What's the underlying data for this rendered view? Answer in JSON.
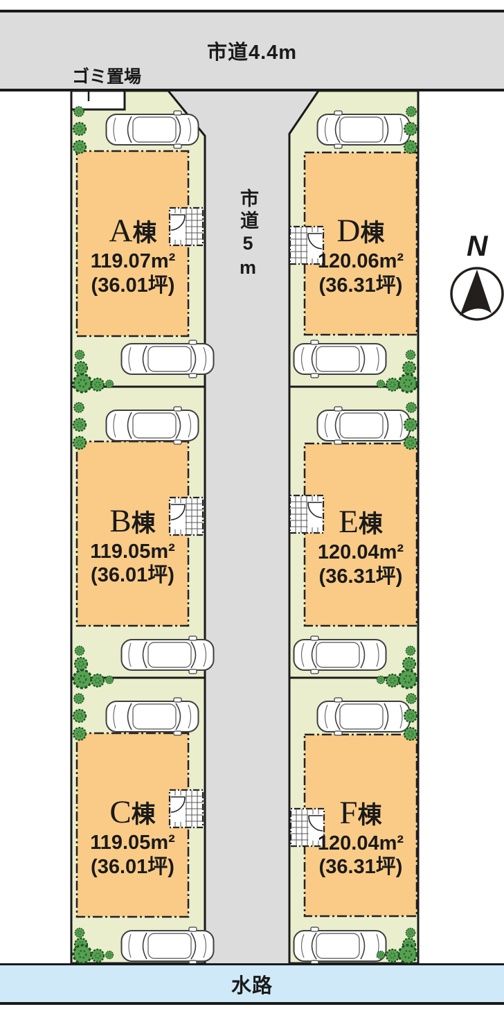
{
  "roads": {
    "top_label": "市道4.4m",
    "center_label": "市道5m"
  },
  "garbage_label": "ゴミ置場",
  "waterway_label": "水路",
  "compass": {
    "north_label": "N"
  },
  "lots": [
    {
      "letter": "A",
      "suffix": "棟",
      "area": "119.07m²",
      "tsubo": "(36.01坪)"
    },
    {
      "letter": "B",
      "suffix": "棟",
      "area": "119.05m²",
      "tsubo": "(36.01坪)"
    },
    {
      "letter": "C",
      "suffix": "棟",
      "area": "119.05m²",
      "tsubo": "(36.01坪)"
    },
    {
      "letter": "D",
      "suffix": "棟",
      "area": "120.06m²",
      "tsubo": "(36.31坪)"
    },
    {
      "letter": "E",
      "suffix": "棟",
      "area": "120.04m²",
      "tsubo": "(36.31坪)"
    },
    {
      "letter": "F",
      "suffix": "棟",
      "area": "120.04m²",
      "tsubo": "(36.31坪)"
    }
  ],
  "colors": {
    "road_gray": "#dcdcdc",
    "lot_green": "#eaeecd",
    "building_orange": "#f9cb87",
    "water_blue": "#cfe9f8",
    "tree_green": "#57a153",
    "line_black": "#1a1a1a"
  }
}
